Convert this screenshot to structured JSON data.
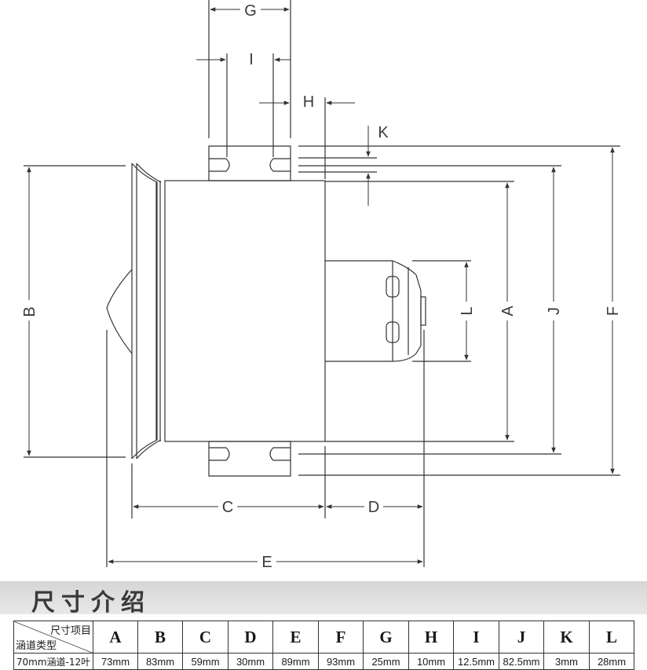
{
  "diagram": {
    "dimension_labels": [
      "G",
      "I",
      "H",
      "K",
      "B",
      "L",
      "A",
      "J",
      "F",
      "C",
      "D",
      "E"
    ]
  },
  "section": {
    "title": "尺寸介绍"
  },
  "table": {
    "corner_top": "尺寸项目",
    "corner_bottom": "涵道类型",
    "columns": [
      "A",
      "B",
      "C",
      "D",
      "E",
      "F",
      "G",
      "H",
      "I",
      "J",
      "K",
      "L"
    ],
    "row_label": "70mm涵道-12叶",
    "values": [
      "73mm",
      "83mm",
      "59mm",
      "30mm",
      "89mm",
      "93mm",
      "25mm",
      "10mm",
      "12.5mm",
      "82.5mm",
      "3mm",
      "28mm"
    ]
  },
  "colors": {
    "line": "#333333",
    "section_bar": "#dcdcdc"
  }
}
